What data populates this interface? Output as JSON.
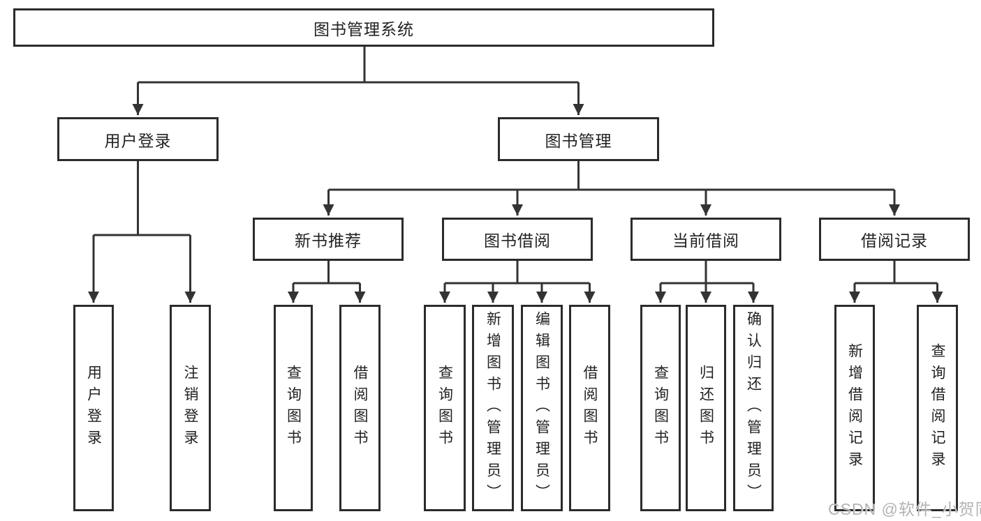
{
  "tree": {
    "root": "图书管理系统",
    "level2": [
      "用户登录",
      "图书管理"
    ],
    "level3": [
      "新书推荐",
      "图书借阅",
      "当前借阅",
      "借阅记录"
    ],
    "leaves": {
      "login": [
        "用户登录",
        "注销登录"
      ],
      "newbook": [
        "查询图书",
        "借阅图书"
      ],
      "borrow": [
        "查询图书",
        "新增图书（管理员）",
        "编辑图书（管理员）",
        "借阅图书"
      ],
      "current": [
        "查询图书",
        "归还图书",
        "确认归还（管理员）"
      ],
      "records": [
        "新增借阅记录",
        "查询借阅记录"
      ]
    }
  },
  "watermark": "CSDN @软件_小贺同学",
  "colors": {
    "line": "#333333",
    "box_border": "#2b2b2b",
    "text": "#222222",
    "watermark": "#b3b3b3",
    "background": "#ffffff"
  }
}
